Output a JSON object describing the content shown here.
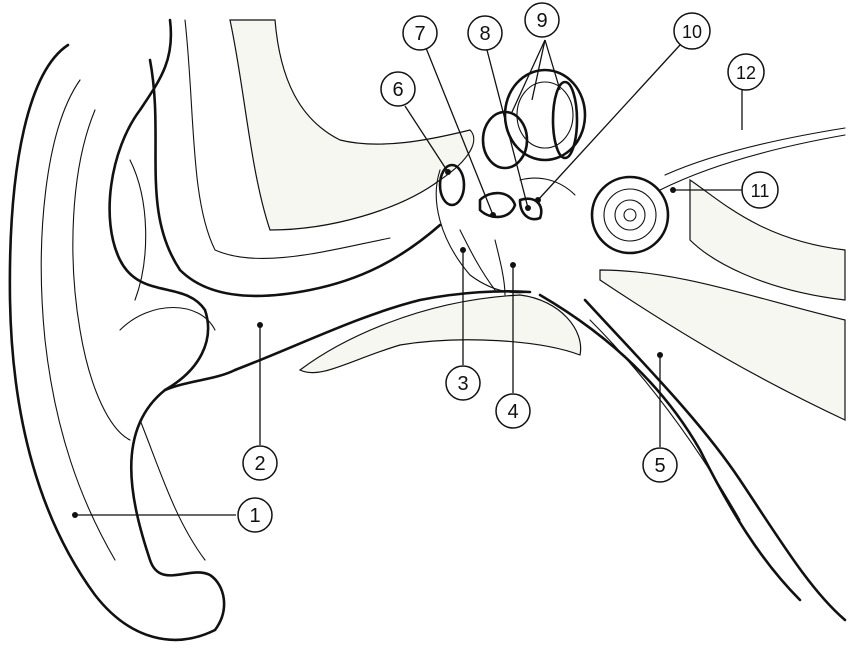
{
  "diagram": {
    "callouts": [
      {
        "id": "1",
        "text": "1"
      },
      {
        "id": "2",
        "text": "2"
      },
      {
        "id": "3",
        "text": "3"
      },
      {
        "id": "4",
        "text": "4"
      },
      {
        "id": "5",
        "text": "5"
      },
      {
        "id": "6",
        "text": "6"
      },
      {
        "id": "7",
        "text": "7"
      },
      {
        "id": "8",
        "text": "8"
      },
      {
        "id": "9",
        "text": "9"
      },
      {
        "id": "10",
        "text": "10"
      },
      {
        "id": "11",
        "text": "11"
      },
      {
        "id": "12",
        "text": "12"
      }
    ],
    "colors": {
      "ink": "#111111",
      "paper": "#ffffff",
      "bone_fill": "#f7f7f2"
    }
  }
}
